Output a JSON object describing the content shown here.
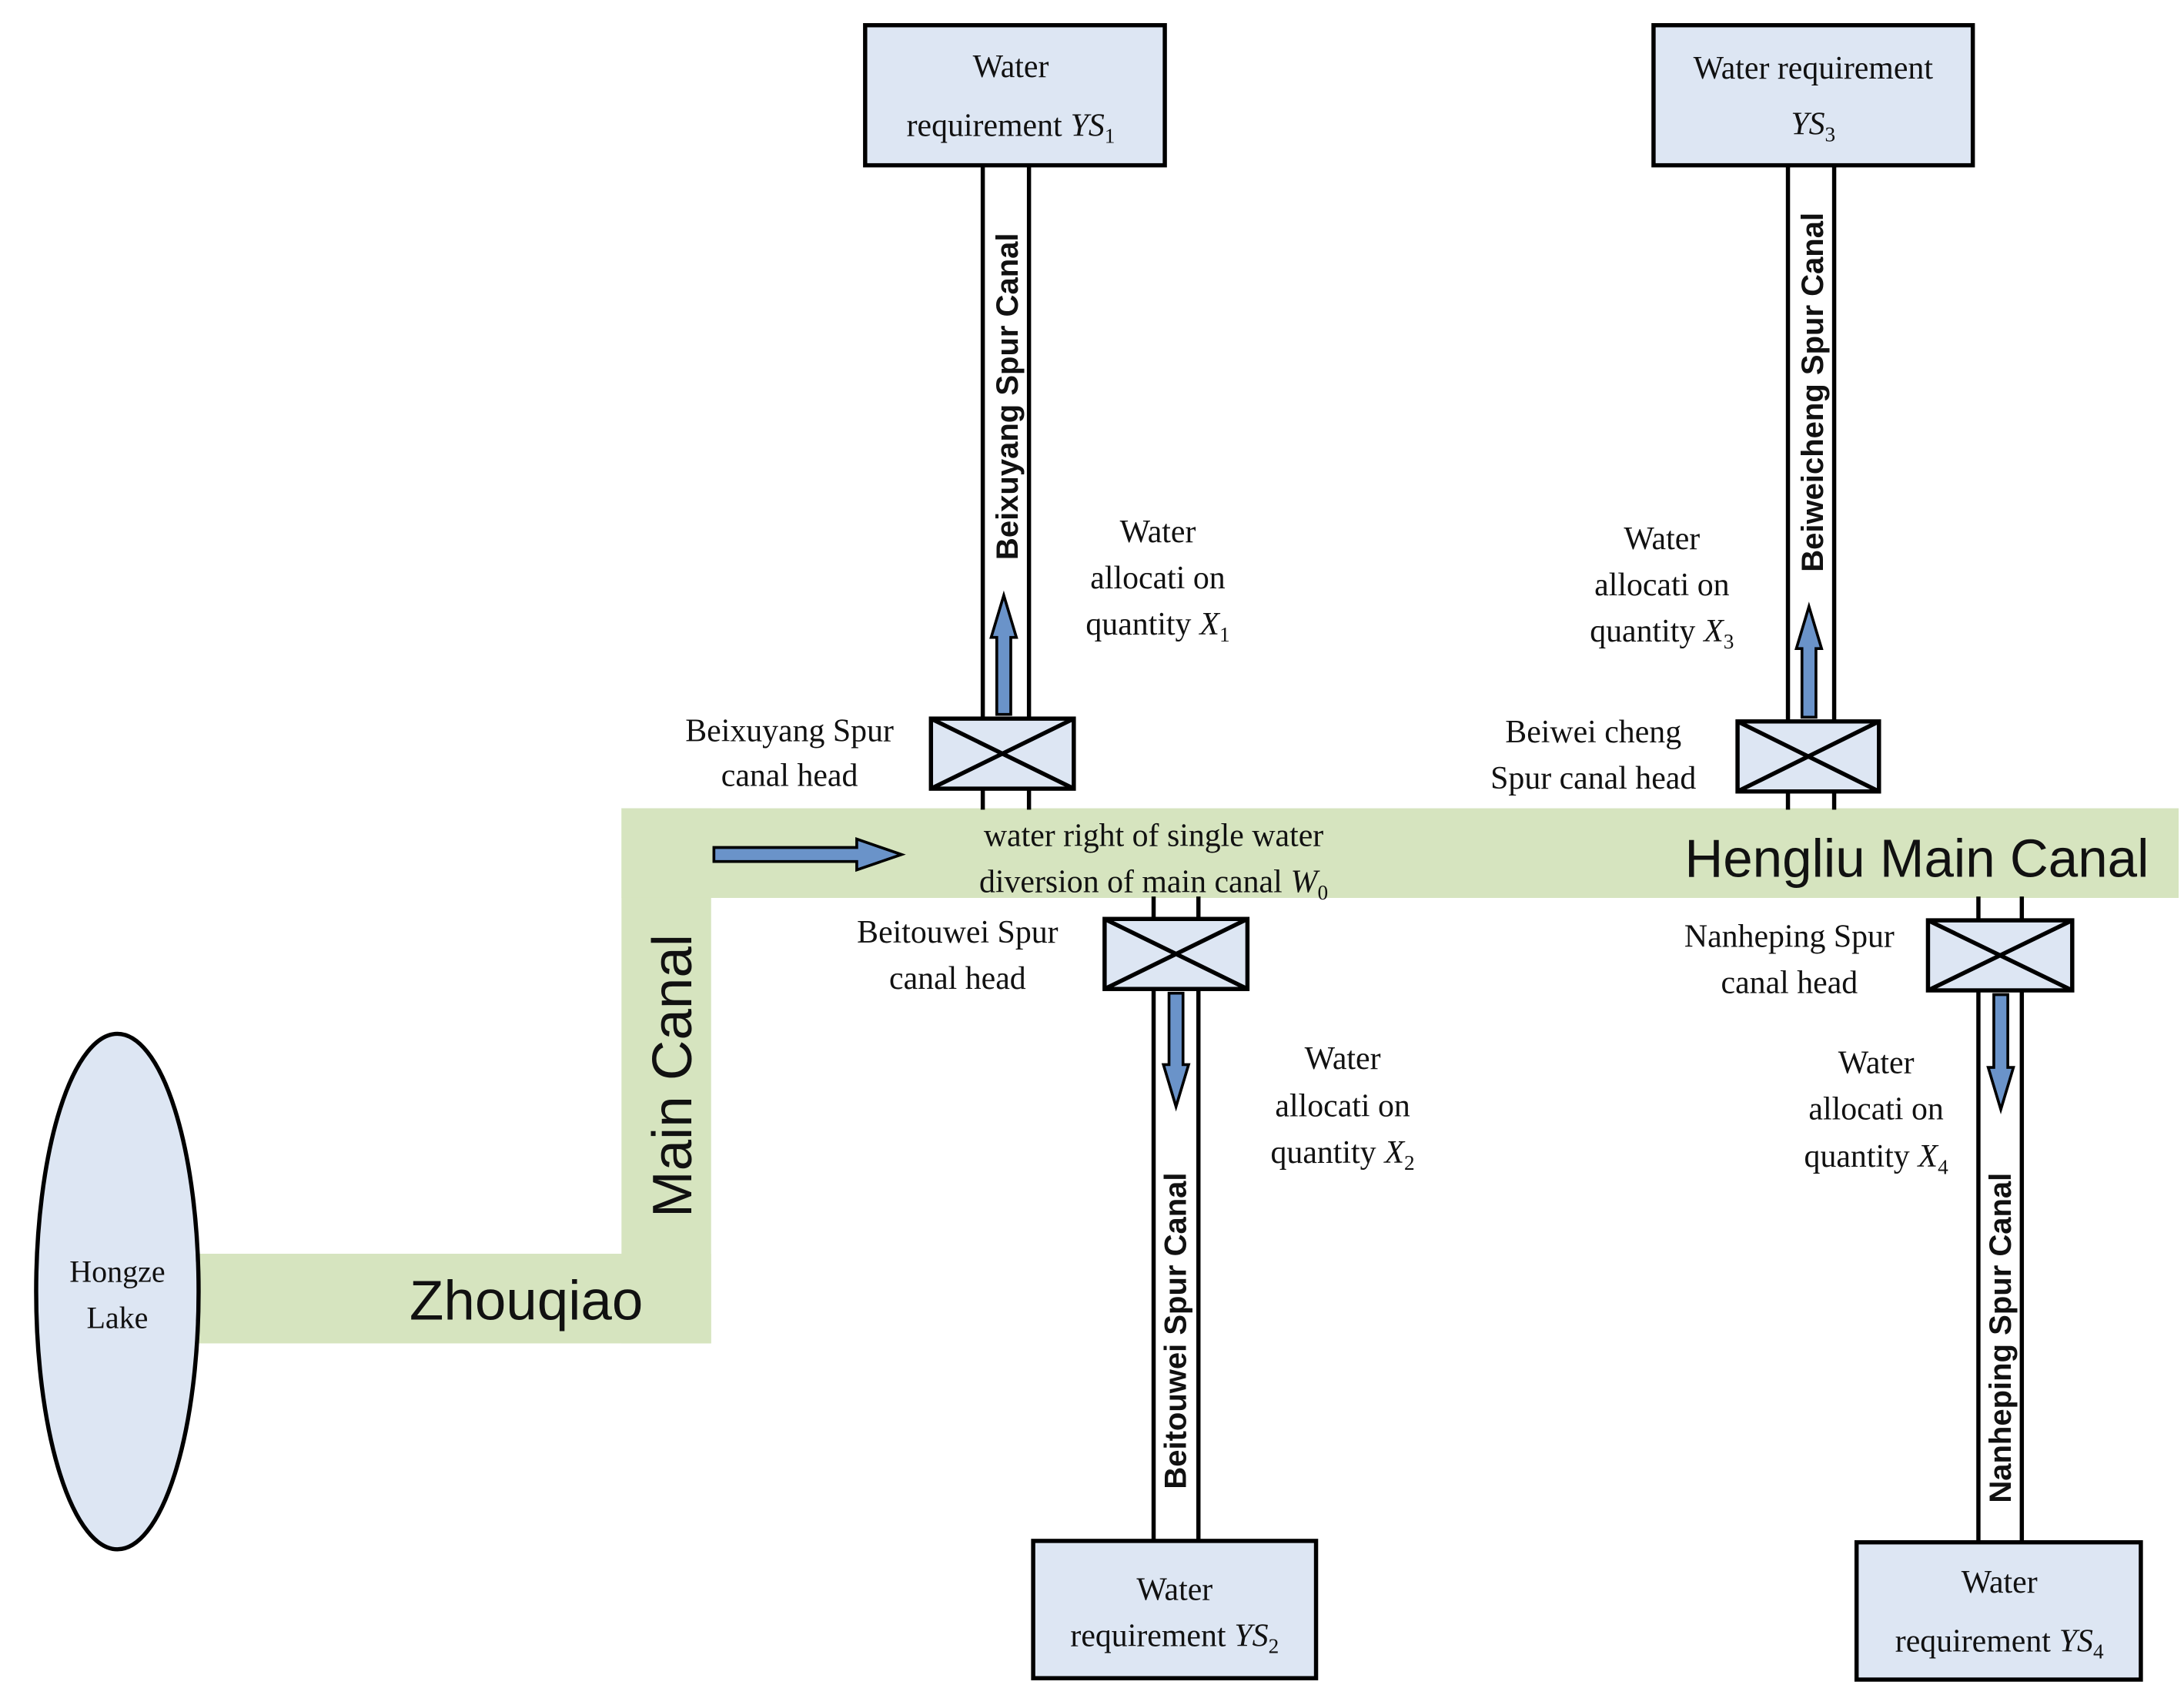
{
  "colors": {
    "canal_fill": "#d6e4bf",
    "box_fill": "#dde6f3",
    "lake_fill": "#dde6f3",
    "arrow_fill": "#6a93c9",
    "stroke": "#000000"
  },
  "lake": {
    "label_line1": "Hongze",
    "label_line2": "Lake"
  },
  "main_canal": {
    "zhouqiao": "Zhouqiao",
    "main_canal": "Main Canal",
    "hengliu": "Hengliu Main Canal",
    "flow_label_line1": "water right of single water",
    "flow_label_line2": "diversion of main canal",
    "flow_var": "W",
    "flow_sub": "0"
  },
  "spurs": [
    {
      "id": "beixuyang",
      "canal_name": "Beixuyang Spur Canal",
      "head_line1": "Beixuyang Spur",
      "head_line2": "canal head",
      "alloc_line1": "Water",
      "alloc_line2": "allocati on",
      "alloc_line3": "quantity",
      "alloc_var": "X",
      "alloc_sub": "1",
      "req_line1": "Water",
      "req_line2": "requirement",
      "req_var": "YS",
      "req_sub": "1"
    },
    {
      "id": "beitouwei",
      "canal_name": "Beitouwei Spur Canal",
      "head_line1": "Beitouwei Spur",
      "head_line2": "canal head",
      "alloc_line1": "Water",
      "alloc_line2": "allocati on",
      "alloc_line3": "quantity",
      "alloc_var": "X",
      "alloc_sub": "2",
      "req_line1": "Water",
      "req_line2": "requirement",
      "req_var": "YS",
      "req_sub": "2"
    },
    {
      "id": "beiweicheng",
      "canal_name": "Beiweicheng Spur Canal",
      "head_line1": "Beiwei cheng",
      "head_line2": "Spur canal head",
      "alloc_line1": "Water",
      "alloc_line2": "allocati on",
      "alloc_line3": "quantity",
      "alloc_var": "X",
      "alloc_sub": "3",
      "req_line1": "Water requirement",
      "req_line2": "",
      "req_var": "YS",
      "req_sub": "3"
    },
    {
      "id": "nanheping",
      "canal_name": "Nanheping Spur Canal",
      "head_line1": "Nanheping Spur",
      "head_line2": "canal head",
      "alloc_line1": "Water",
      "alloc_line2": "allocati on",
      "alloc_line3": "quantity",
      "alloc_var": "X",
      "alloc_sub": "4",
      "req_line1": "Water",
      "req_line2": "requirement",
      "req_var": "YS",
      "req_sub": "4"
    }
  ]
}
